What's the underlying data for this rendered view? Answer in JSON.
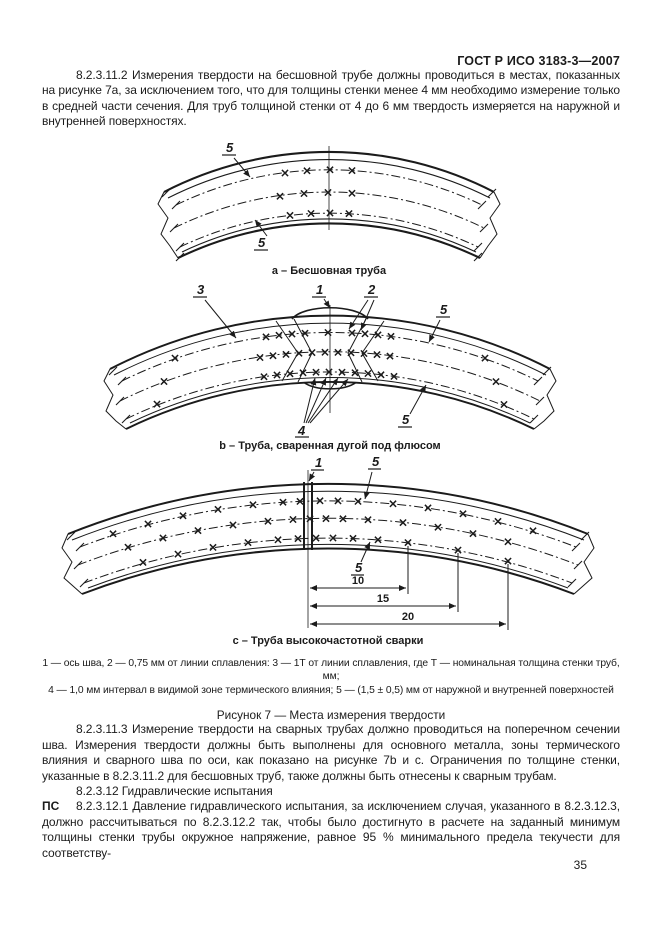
{
  "header": {
    "doc_code": "ГОСТ Р ИСО 3183-3—2007"
  },
  "body": {
    "p_8_2_3_11_2": "8.2.3.11.2  Измерения твердости на бесшовной трубе должны проводиться в местах, показанных на рисунке 7а, за исключением того, что для толщины стенки менее 4 мм необходимо измерение только в средней части сечения. Для труб толщиной стенки от 4 до 6 мм твердость измеряется на наружной и внутренней поверхностях.",
    "p_8_2_3_11_3": "8.2.3.11.3  Измерение твердости на сварных трубах должно проводиться на поперечном сечении шва. Измерения твердости должны быть выполнены для основного металла, зоны термического влияния и сварного шва по оси, как показано на рисунке 7b и с. Ограничения по толщине стенки, указанные в 8.2.3.11.2 для бесшовных труб, также должны быть отнесены к сварным трубам.",
    "p_8_2_3_12": "8.2.3.12  Гидравлические испытания",
    "ps_label": "ПС",
    "p_8_2_3_12_1": "8.2.3.12.1  Давление гидравлического испытания, за исключением случая, указанного в 8.2.3.12.3, должно рассчитываться по 8.2.3.12.2 так, чтобы было достигнуто в расчете на заданный минимум толщины стенки трубы окружное напряжение, равное 95 % минимального предела текучести для соответству-"
  },
  "figure7": {
    "caption_a": "а – Бесшовная труба",
    "caption_b": "b – Труба, сваренная дугой под флюсом",
    "caption_c": "с – Труба высокочастотной сварки",
    "footnote_line1": "1 — ось шва, 2 — 0,75 мм от линии сплавления: 3 — 1Т  от линии сплавления, где Т — номинальная толщина стенки труб, мм;",
    "footnote_line2": "4 — 1,0 мм интервал в видимой зоне термического влияния; 5 — (1,5 ± 0,5) мм от наружной и внутренней поверхностей",
    "title": "Рисунок 7 — Места измерения твердости",
    "labels": {
      "n1": "1",
      "n2": "2",
      "n3": "3",
      "n4": "4",
      "n5": "5"
    },
    "dims": {
      "d10": "10",
      "d15": "15",
      "d20": "20"
    }
  },
  "footer": {
    "page_number": "35"
  }
}
